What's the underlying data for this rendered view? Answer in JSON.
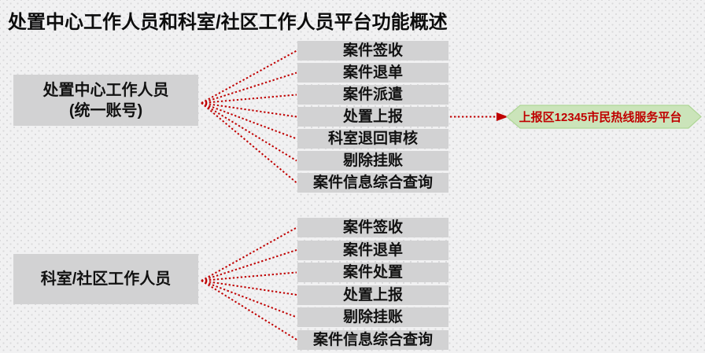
{
  "title": "处置中心工作人员和科室/社区工作人员平台功能概述",
  "groups": [
    {
      "role_label_lines": [
        "处置中心工作人员",
        "(统一账号)"
      ],
      "functions": [
        "案件签收",
        "案件退单",
        "案件派遣",
        "处置上报",
        "科室退回审核",
        "剔除挂账",
        "案件信息综合查询"
      ]
    },
    {
      "role_label_lines": [
        "科室/社区工作人员"
      ],
      "functions": [
        "案件签收",
        "案件退单",
        "案件处置",
        "处置上报",
        "剔除挂账",
        "案件信息综合查询"
      ]
    }
  ],
  "external_platform_label": "上报区12345市民热线服务平台",
  "colors": {
    "connector_red": "#c00000",
    "box_gray": "#d2d2d3",
    "banner_green_fill": "#cbe4ba",
    "banner_green_border": "#aed696",
    "banner_text_red": "#c00000",
    "text_black": "#0d0d0d"
  }
}
